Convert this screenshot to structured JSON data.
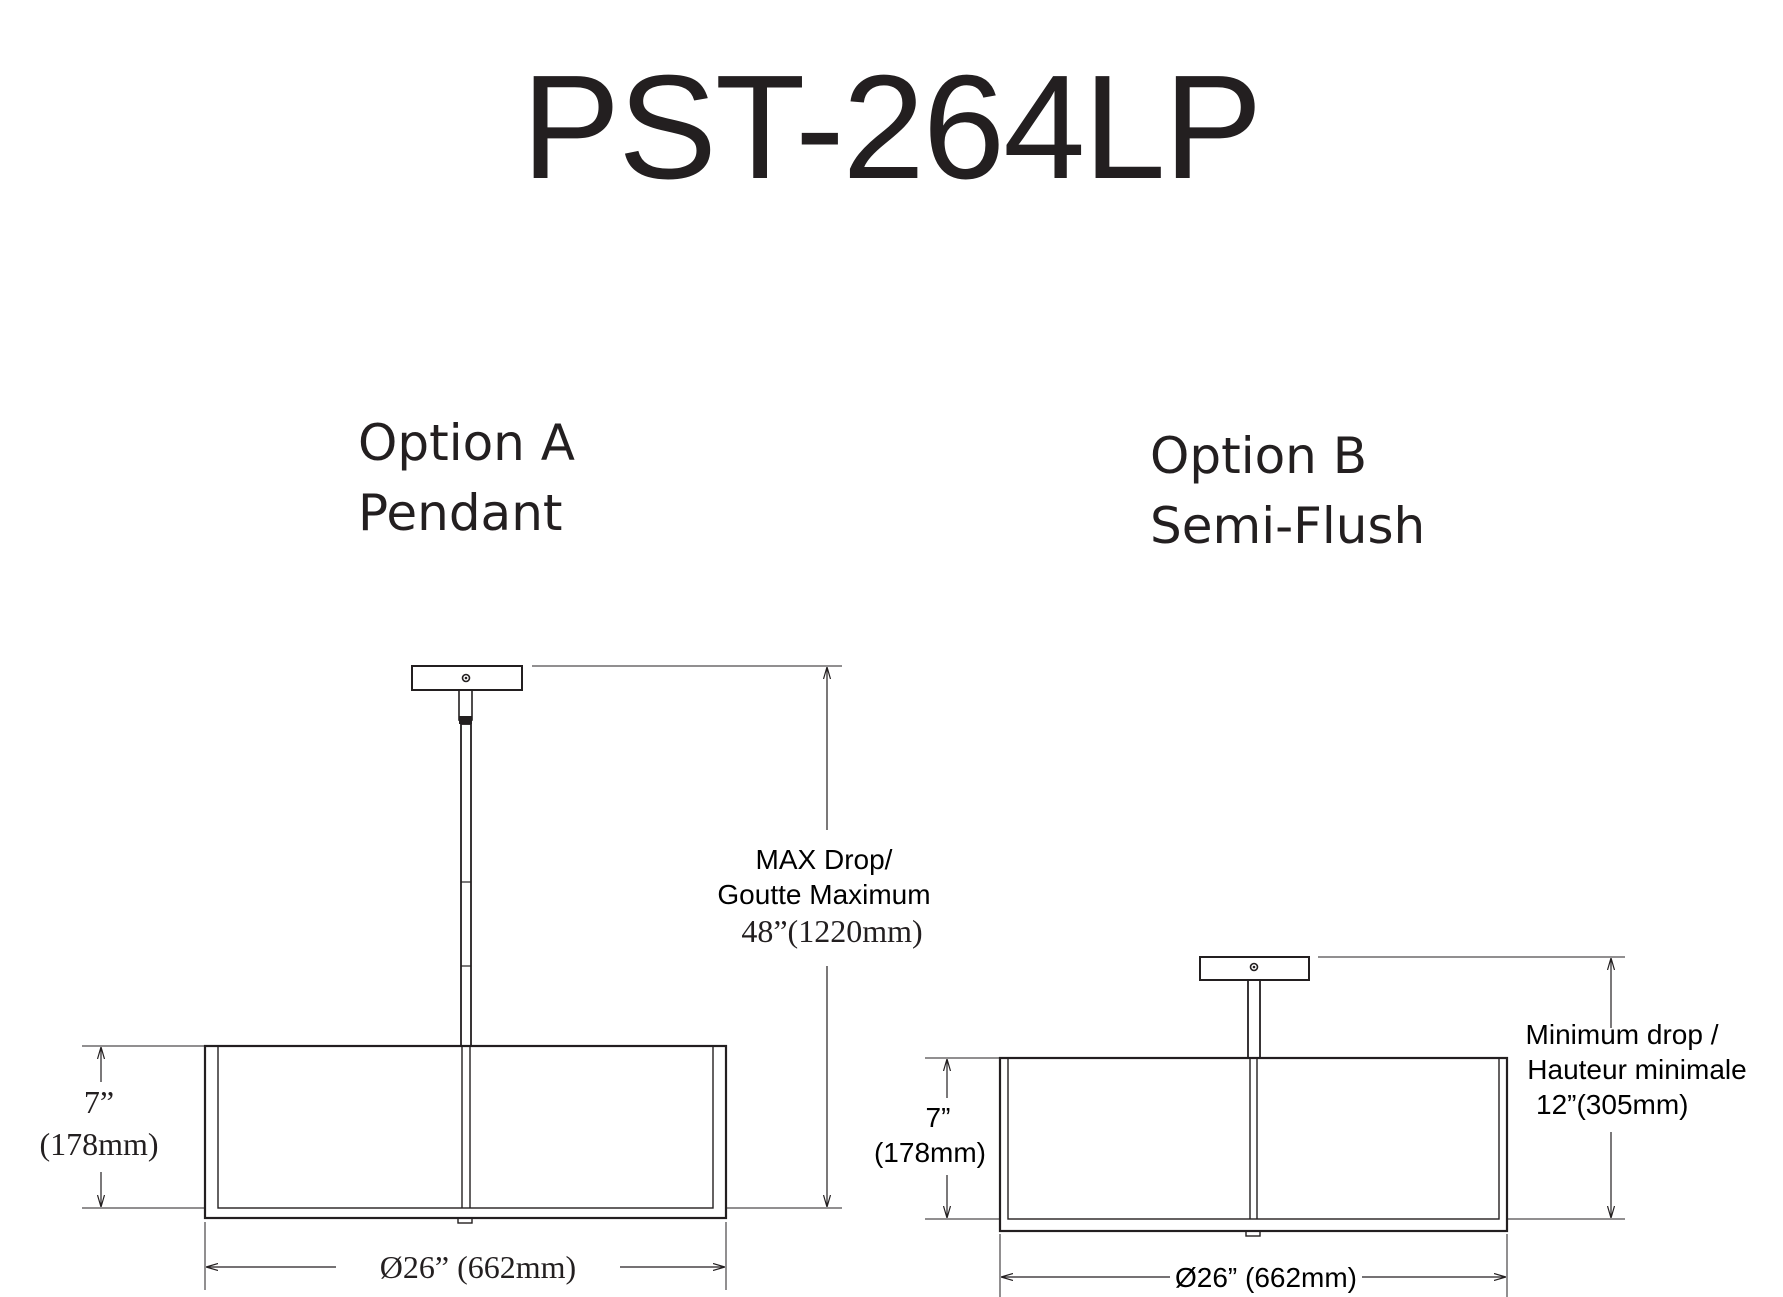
{
  "title": "PST-264LP",
  "option_a": {
    "heading": "Option A",
    "subheading": "Pendant",
    "max_drop": {
      "line1": "MAX Drop/",
      "line2": "Goutte Maximum",
      "value": "48”(1220mm)"
    },
    "height": {
      "imperial": "7”",
      "metric": "(178mm)"
    },
    "diameter": "Ø26” (662mm)"
  },
  "option_b": {
    "heading": "Option B",
    "subheading": "Semi-Flush",
    "min_drop": {
      "line1": "Minimum drop /",
      "line2": "Hauteur minimale",
      "value": "12”(305mm)"
    },
    "height": {
      "imperial": "7”",
      "metric": "(178mm)"
    },
    "diameter": "Ø26” (662mm)"
  },
  "colors": {
    "ink": "#231f20",
    "background": "#ffffff"
  }
}
